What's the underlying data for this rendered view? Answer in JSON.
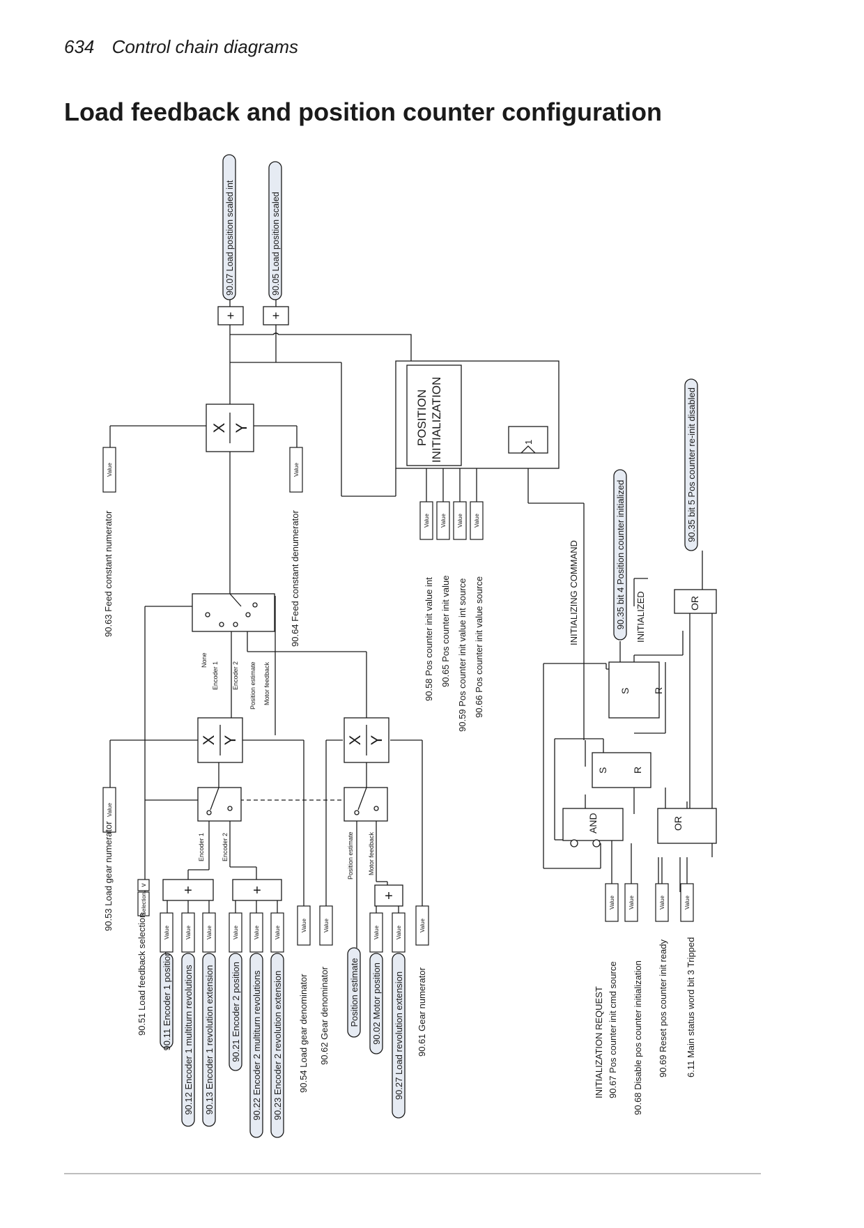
{
  "header": {
    "page_number": "634",
    "section": "Control chain diagrams"
  },
  "title": "Load feedback and position counter configuration",
  "value_box_label": "Value",
  "selection_box_label": "Selection",
  "selection_arrow": "v",
  "blocks": {
    "xy_x": "X",
    "xy_y": "Y",
    "plus": "+",
    "and": "AND",
    "or": "OR",
    "s": "S",
    "r": "R",
    "one": "1",
    "pos_init_line1": "POSITION",
    "pos_init_line2": "INITIALIZATION"
  },
  "switch_options": {
    "main": [
      "None",
      "Encoder 1",
      "Encoder 2",
      "Position estimate",
      "Motor feedback"
    ],
    "load": [
      "Encoder 1",
      "Encoder 2"
    ],
    "gear": [
      "Position estimate",
      "Motor feedback"
    ]
  },
  "outputs": {
    "load_pos_scaled_int": "90.07 Load position scaled int",
    "load_pos_scaled": "90.05 Load position scaled"
  },
  "params": {
    "p9063": "90.63 Feed constant numerator",
    "p9064": "90.64 Feed constant denumerator",
    "p9053": "90.53 Load gear numerator",
    "p9051": "90.51 Load feedback selection",
    "p9054": "90.54 Load gear denominator",
    "p9062": "90.62 Gear denominator",
    "p9061": "90.61 Gear numerator",
    "p9058": "90.58 Pos counter init value int",
    "p9065": "90.65 Pos counter init value",
    "p9059": "90.59 Pos counter init value int source",
    "p9066": "90.66 Pos counter init value source",
    "init_request": "INITIALIZATION REQUEST",
    "p9067": "90.67 Pos counter init cmd source",
    "p9068": "90.68 Disable pos counter initialization",
    "p9069": "90.69 Reset pos counter init ready",
    "p611": "6.11 Main status word bit 3 Tripped"
  },
  "signals": {
    "s9011": "90.11 Encoder 1 position",
    "s9012": "90.12 Encoder 1 multiturn revolutions",
    "s9013": "90.13 Encoder 1 revolution extension",
    "s9021": "90.21 Encoder 2 position",
    "s9022": "90.22 Encoder 2 multiturn revolutions",
    "s9023": "90.23 Encoder 2 revolution extension",
    "pos_est": "Position estimate",
    "s9002": "90.02 Motor position",
    "s9027": "90.27 Load revolution extension",
    "s9035b4": "90.35 bit 4 Position counter initialized",
    "s9035b5": "90.35 bit 5 Pos counter re-init disabled"
  },
  "labels": {
    "init_command": "INITIALIZING COMMAND",
    "initialized": "INITIALIZED"
  }
}
